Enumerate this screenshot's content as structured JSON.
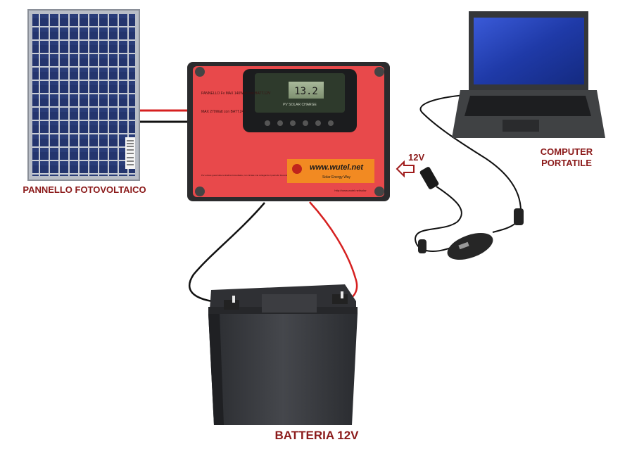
{
  "labels": {
    "solar_panel": "PANNELLO FOTOVOLTAICO",
    "laptop_line1": "COMPUTER",
    "laptop_line2": "PORTATILE",
    "battery": "BATTERIA 12V",
    "voltage": "12V"
  },
  "controller": {
    "lcd_reading": "13.2",
    "brand_url": "www.wutel.net",
    "brand_tagline": "Solar Energy Way",
    "spec_panel": "PANNELLO Fv MAX 140Watt con BATT.12V",
    "spec_panel2": "MAX 270Watt con BATT.24V",
    "warning": "Per evitare guasti alla centralina fotovoltaica, non iniziate mai collegando il pannello fotovoltaico ma prima collegate la batteria",
    "footer_url": "http://www.wutel.net/solar"
  },
  "colors": {
    "caption": "#8b1a1a",
    "controller_body": "#e8494b",
    "wire_red": "#d62020",
    "wire_black": "#111111",
    "battery_body": "#3a3c40",
    "panel_cells": "#1e2f66",
    "laptop_screen": "#2240b8"
  }
}
